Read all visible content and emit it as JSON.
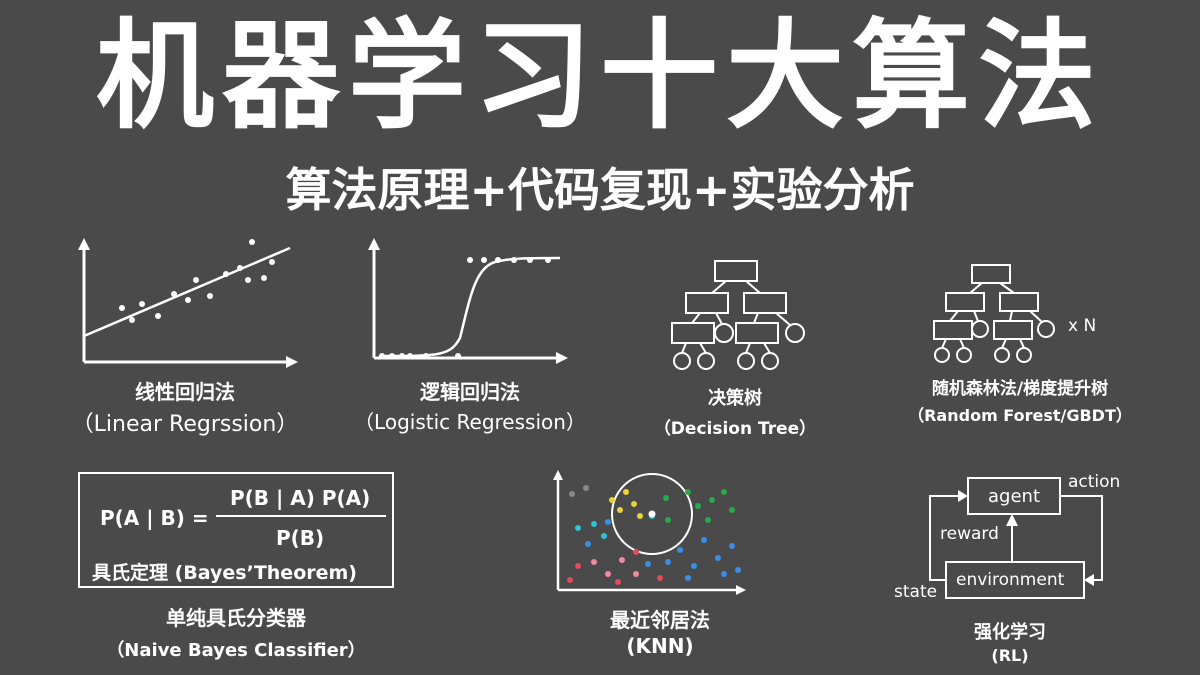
{
  "header": {
    "title": "机器学习十大算法",
    "subtitle": "算法原理+代码复现+实验分析"
  },
  "algorithms": {
    "linear": {
      "name": "线性回归法",
      "english": "（Linear Regrssion）"
    },
    "logistic": {
      "name": "逻辑回归法",
      "english": "（Logistic Regression）"
    },
    "tree": {
      "name": "决策树",
      "english": "（Decision Tree）"
    },
    "forest": {
      "name": "随机森林法/梯度提升树",
      "english": "（Random Forest/GBDT）",
      "multiplier": "x N"
    },
    "bayes": {
      "name": "单纯具氏分类器",
      "english": "（Naive Bayes Classifier）",
      "formula_lhs": "P(A | B) =",
      "formula_num": "P(B | A) P(A)",
      "formula_den": "P(B)",
      "theorem": "具氏定理  (Bayes’Theorem)"
    },
    "knn": {
      "name": "最近邻居法",
      "english": "(KNN)"
    },
    "rl": {
      "name": "强化学习",
      "english": "(RL)",
      "agent": "agent",
      "environment": "environment",
      "action": "action",
      "reward": "reward",
      "state": "state"
    }
  },
  "colors": {
    "background": "#4a4a4a",
    "text": "#ffffff",
    "knn_points": [
      "#e8d23a",
      "#e34b5a",
      "#2aa84a",
      "#3a8ee6",
      "#2ec4d6",
      "#f08aa0",
      "#888888"
    ]
  }
}
